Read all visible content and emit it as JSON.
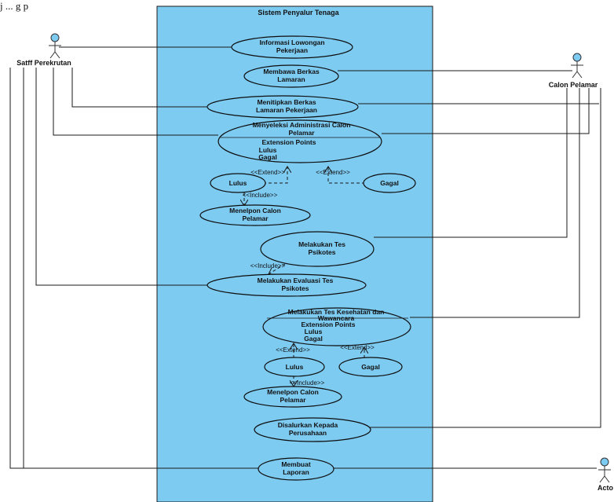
{
  "top_fragment": "j ... g p",
  "system": {
    "title": "Sistem Penyalur Tenaga"
  },
  "actors": {
    "staff": "Satff Perekrutan",
    "pelamar": "Calon Pelamar",
    "actor": "Acto"
  },
  "use_cases": {
    "informasi": [
      "Informasi Lowongan",
      "Pekerjaan"
    ],
    "membawa": [
      "Membawa Berkas",
      "Lamaran"
    ],
    "menitipkan": [
      "Menitipkan Berkas",
      "Lamaran Pekerjaan"
    ],
    "menyeleksi": {
      "title": [
        "Menyeleksi Administrasi Calon",
        "Pelamar"
      ],
      "ext_title": "Extension Points",
      "ext": [
        "Lulus",
        "Gagal"
      ]
    },
    "lulus1": "Lulus",
    "gagal1": "Gagal",
    "menelpon1": [
      "Menelpon Calon",
      "Pelamar"
    ],
    "tes_psikotes": [
      "Melakukan Tes",
      "Psikotes"
    ],
    "evaluasi": [
      "Melakukan Evaluasi Tes",
      "Psikotes"
    ],
    "kesehatan": {
      "title": [
        "Melakukan Tes Kesehatan dan",
        "Wawancara"
      ],
      "ext_title": "Extension Points",
      "ext": [
        "Lulus",
        "Gagal"
      ]
    },
    "lulus2": "Lulus",
    "gagal2": "Gagal",
    "menelpon2": [
      "Menelpon Calon",
      "Pelamar"
    ],
    "disalurkan": [
      "Disalurkan Kepada",
      "Perusahaan"
    ],
    "laporan": [
      "Membuat",
      "Laporan"
    ]
  },
  "stereotypes": {
    "extend": "<<Extend>>",
    "include": "<<Include>>"
  }
}
